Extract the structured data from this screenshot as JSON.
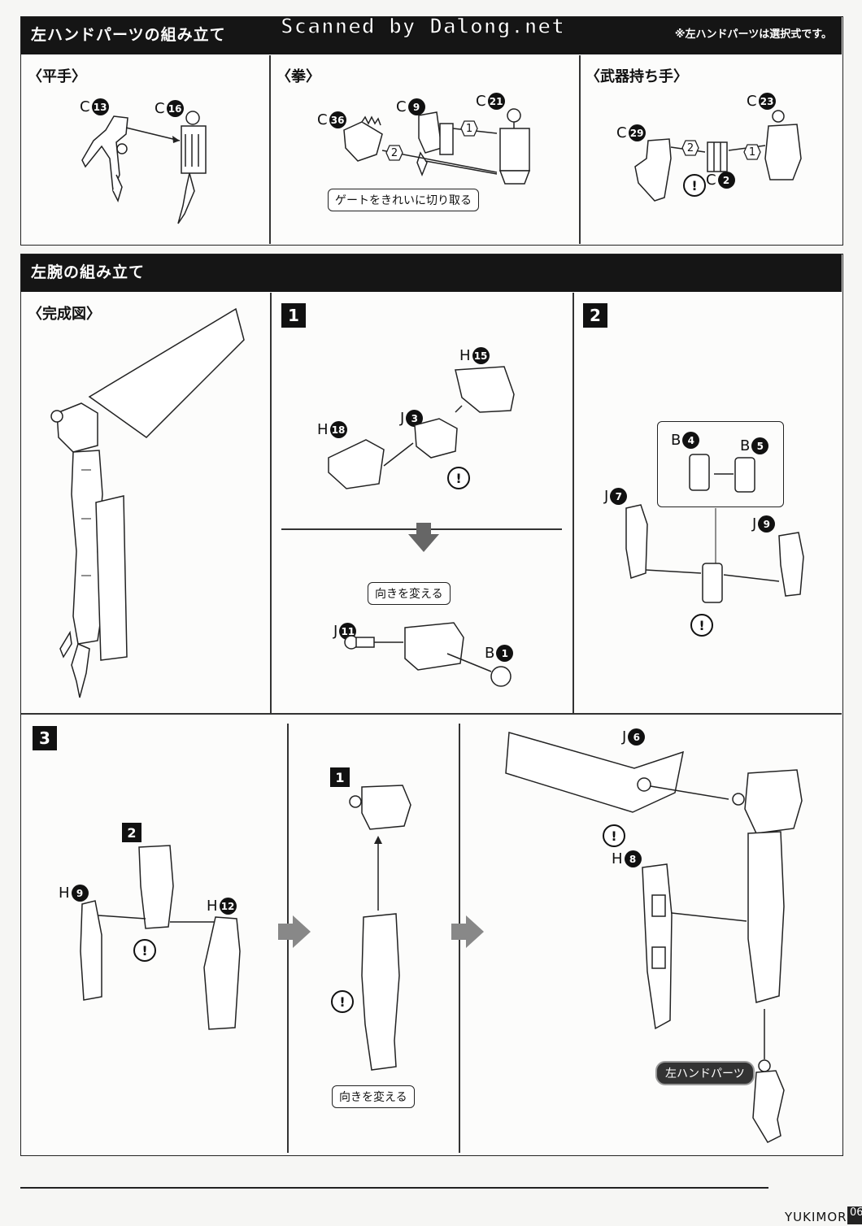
{
  "watermark": "Scanned by Dalong.net",
  "hand_section": {
    "title": "左ハンドパーツの組み立て",
    "note": "※左ハンドパーツは選択式です。",
    "flat": {
      "title": "〈平手〉",
      "parts": [
        {
          "letter": "C",
          "num": "13"
        },
        {
          "letter": "C",
          "num": "16"
        }
      ]
    },
    "fist": {
      "title": "〈拳〉",
      "parts": [
        {
          "letter": "C",
          "num": "36"
        },
        {
          "letter": "C",
          "num": "9"
        },
        {
          "letter": "C",
          "num": "21"
        }
      ],
      "callout": "ゲートをきれいに切り取る",
      "order": [
        "1",
        "2"
      ]
    },
    "weapon": {
      "title": "〈武器持ち手〉",
      "parts": [
        {
          "letter": "C",
          "num": "23"
        },
        {
          "letter": "C",
          "num": "29"
        },
        {
          "letter": "C",
          "num": "2"
        }
      ],
      "order": [
        "2",
        "1"
      ]
    }
  },
  "arm_section": {
    "title": "左腕の組み立て",
    "complete_title": "〈完成図〉",
    "step1": {
      "label": "1",
      "parts": [
        {
          "letter": "H",
          "num": "15"
        },
        {
          "letter": "H",
          "num": "18"
        },
        {
          "letter": "J",
          "num": "3"
        },
        {
          "letter": "J",
          "num": "11"
        },
        {
          "letter": "B",
          "num": "1"
        }
      ],
      "callout": "向きを変える"
    },
    "step2": {
      "label": "2",
      "parts": [
        {
          "letter": "B",
          "num": "4"
        },
        {
          "letter": "B",
          "num": "5"
        },
        {
          "letter": "J",
          "num": "7"
        },
        {
          "letter": "J",
          "num": "9"
        }
      ]
    },
    "step3": {
      "label": "3",
      "sub_a": "2",
      "sub_b": "1",
      "parts": [
        {
          "letter": "H",
          "num": "9"
        },
        {
          "letter": "H",
          "num": "12"
        },
        {
          "letter": "J",
          "num": "6"
        },
        {
          "letter": "H",
          "num": "8"
        }
      ],
      "callout": "向きを変える",
      "hand_tag": "左ハンドパーツ"
    }
  },
  "footer": {
    "brand": "YUKIMORI",
    "page": "06"
  }
}
